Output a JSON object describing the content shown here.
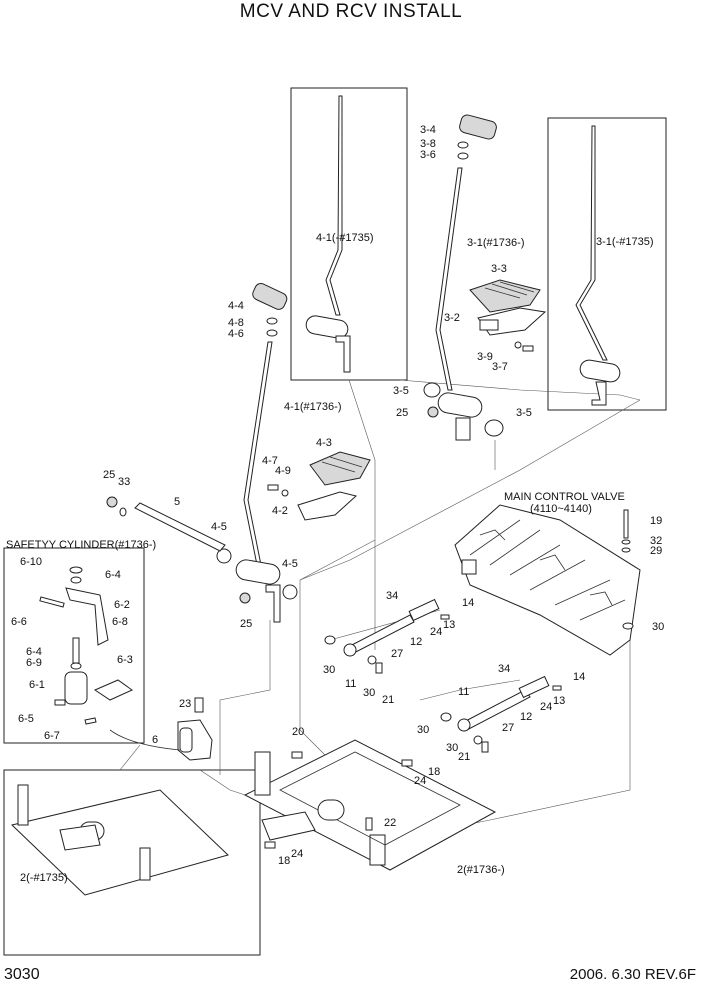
{
  "title": "MCV AND RCV INSTALL",
  "page_number": "3030",
  "date_rev": "2006. 6.30  REV.6F",
  "group_labels": {
    "main_control_valve": "MAIN CONTROL VALVE",
    "main_control_valve_range": "(4110~4140)",
    "safety_cylinder": "SAFETYY CYLINDER(#1736-)"
  },
  "callouts": {
    "c4_1a": "4-1(-#1735)",
    "c3_4": "3-4",
    "c3_8": "3-8",
    "c3_6": "3-6",
    "c3_1b": "3-1(#1736-)",
    "c3_1a": "3-1(-#1735)",
    "c3_3": "3-3",
    "c3_2": "3-2",
    "c3_9": "3-9",
    "c3_7": "3-7",
    "c4_4": "4-4",
    "c4_8": "4-8",
    "c4_6": "4-6",
    "c4_1b": "4-1(#1736-)",
    "c3_5a": "3-5",
    "c3_5b": "3-5",
    "c25a": "25",
    "c4_3": "4-3",
    "c4_7": "4-7",
    "c4_9": "4-9",
    "c4_2": "4-2",
    "c25b": "25",
    "c33": "33",
    "c5": "5",
    "c4_5a": "4-5",
    "c4_5b": "4-5",
    "c25c": "25",
    "c19": "19",
    "c32": "32",
    "c29": "29",
    "c30a": "30",
    "c34a": "34",
    "c14a": "14",
    "c13a": "13",
    "c24a": "24",
    "c12a": "12",
    "c27a": "27",
    "c30b": "30",
    "c11a": "11",
    "c30c": "30",
    "c21a": "21",
    "c34b": "34",
    "c14b": "14",
    "c13b": "13",
    "c24b": "24",
    "c11b": "11",
    "c12b": "12",
    "c27b": "27",
    "c30d": "30",
    "c30e": "30",
    "c21b": "21",
    "c6_10": "6-10",
    "c6_4a": "6-4",
    "c6_2": "6-2",
    "c6_6": "6-6",
    "c6_8": "6-8",
    "c6_4b": "6-4",
    "c6_9": "6-9",
    "c6_3": "6-3",
    "c6_1": "6-1",
    "c6_5": "6-5",
    "c6_7": "6-7",
    "c23": "23",
    "c6": "6",
    "c20": "20",
    "c18a": "18",
    "c24c": "24",
    "c22": "22",
    "c24d": "24",
    "c18b": "18",
    "c2a": "2(-#1735)",
    "c2b": "2(#1736-)"
  }
}
